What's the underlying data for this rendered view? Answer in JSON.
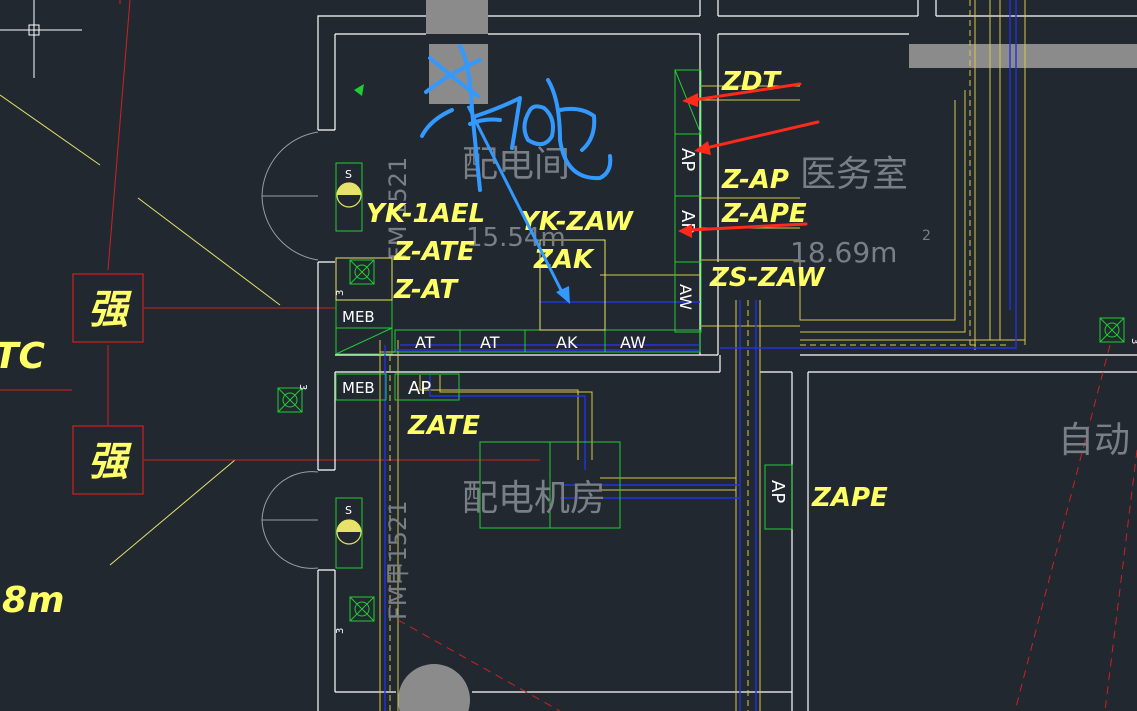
{
  "labels": {
    "zdt": "ZDT",
    "z_ap": "Z-AP",
    "z_ape": "Z-APE",
    "zs_zaw": "ZS-ZAW",
    "yk_1ael": "YK-1AEL",
    "z_ate": "Z-ATE",
    "z_at": "Z-AT",
    "yk_zaw": "YK-ZAW",
    "zak": "ZAK",
    "zate": "ZATE",
    "zape": "ZAPE",
    "left_tc": "TC",
    "left_area": "8m"
  },
  "rooms": {
    "distribution_room": "配电间",
    "distribution_area": "15.54m",
    "medical_room": "医务室",
    "medical_area": "18.69m",
    "area_sup": "2",
    "machine_room": "配电机房",
    "auto_room": "自动"
  },
  "equipment": {
    "ap": "AP",
    "aw": "AW",
    "at": "AT",
    "ak": "AK",
    "meb": "MEB",
    "s": "S",
    "three": "3",
    "strong": "强"
  },
  "doors": {
    "fm_1521": "FM 1521",
    "fm_jia": "FM甲1521"
  },
  "annotation": {
    "handwriting": "本地"
  },
  "colors": {
    "background": "#212830",
    "wall": "#ffffff",
    "yellow_text": "#ffff66",
    "cable_yellow": "#d8c84a",
    "cable_blue": "#2233dd",
    "green": "#22cc33",
    "red": "#cc2222",
    "red_arrow": "#ff2a1a",
    "handwriting_blue": "#3399ff",
    "grey_text": "#7a7f86"
  }
}
